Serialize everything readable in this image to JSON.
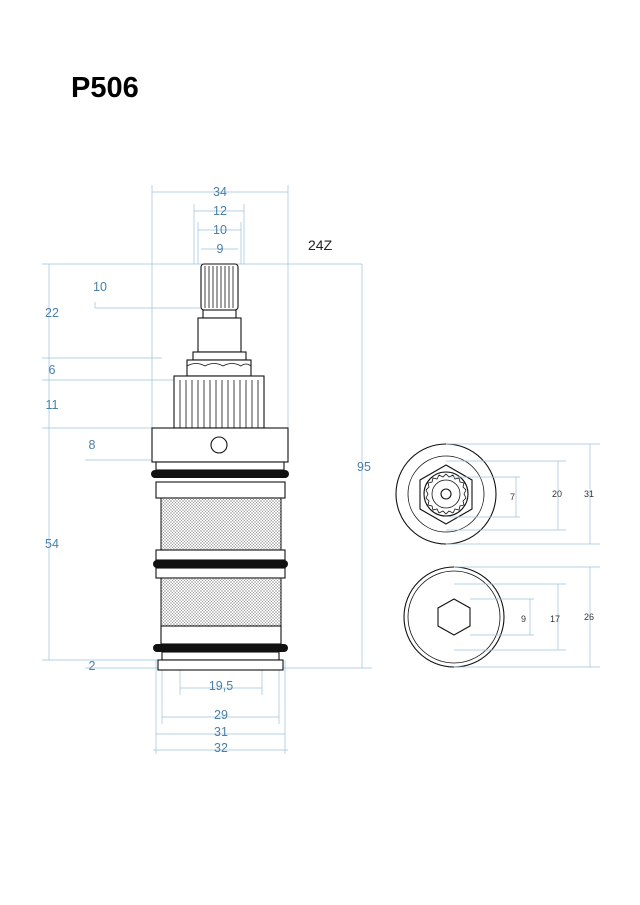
{
  "title": "P506",
  "spline_label": "24Z",
  "dims_top": {
    "d34": "34",
    "d12": "12",
    "d10": "10",
    "d9": "9"
  },
  "dims_left": {
    "h10": "10",
    "h22": "22",
    "h6": "6",
    "h11": "11",
    "h8": "8",
    "h54": "54",
    "h2": "2"
  },
  "dim_right": {
    "h95": "95"
  },
  "dims_bottom": {
    "d19_5": "19,5",
    "d29": "29",
    "d31": "31",
    "d32": "32"
  },
  "view_top": {
    "d7": "7",
    "d20": "20",
    "d31": "31"
  },
  "view_bottom": {
    "d9": "9",
    "d17": "17",
    "d26": "26"
  },
  "colors": {
    "dimension": "#4a7fa7",
    "extension_line": "#9cc0dc",
    "outline": "#111111"
  }
}
